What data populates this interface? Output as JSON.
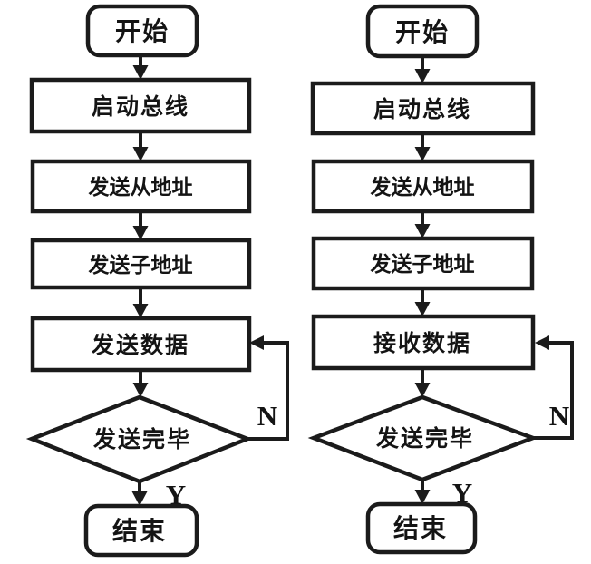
{
  "colors": {
    "ink": "#1b1b1b",
    "paper": "#ffffff"
  },
  "left_chart": {
    "start": "开始",
    "steps": [
      "启动总线",
      "发送从地址",
      "发送子地址",
      "发送数据"
    ],
    "decision": "发送完毕",
    "end": "结束",
    "no_label": "N",
    "yes_label": "Y"
  },
  "right_chart": {
    "start": "开始",
    "steps": [
      "启动总线",
      "发送从地址",
      "发送子地址",
      "接收数据"
    ],
    "decision": "发送完毕",
    "end": "结束",
    "no_label": "N",
    "yes_label": "Y"
  }
}
